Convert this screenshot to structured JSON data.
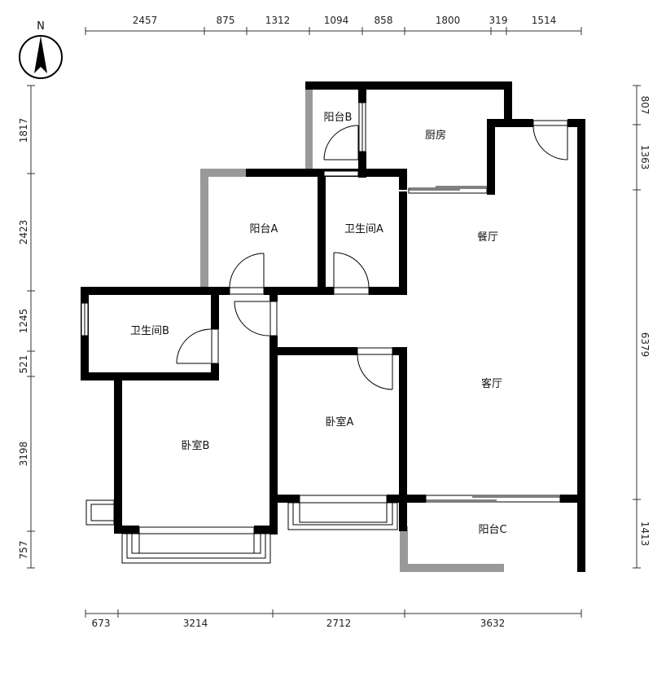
{
  "compass": {
    "label": "N"
  },
  "rooms": {
    "balcony_b": "阳台B",
    "kitchen": "厨房",
    "balcony_a": "阳台A",
    "bathroom_a": "卫生间A",
    "dining": "餐厅",
    "bathroom_b": "卫生间B",
    "living": "客厅",
    "bedroom_a": "卧室A",
    "bedroom_b": "卧室B",
    "balcony_c": "阳台C"
  },
  "dimensions": {
    "top": [
      "2457",
      "875",
      "1312",
      "1094",
      "858",
      "1800",
      "319",
      "1514"
    ],
    "bottom": [
      "673",
      "3214",
      "2712",
      "3632"
    ],
    "left": [
      "1817",
      "2423",
      "1245",
      "521",
      "3198",
      "757"
    ],
    "right": [
      "807",
      "1363",
      "6379",
      "1413"
    ]
  },
  "colors": {
    "wall": "#000000",
    "partial_wall": "#999999",
    "dim_line": "#333333"
  }
}
